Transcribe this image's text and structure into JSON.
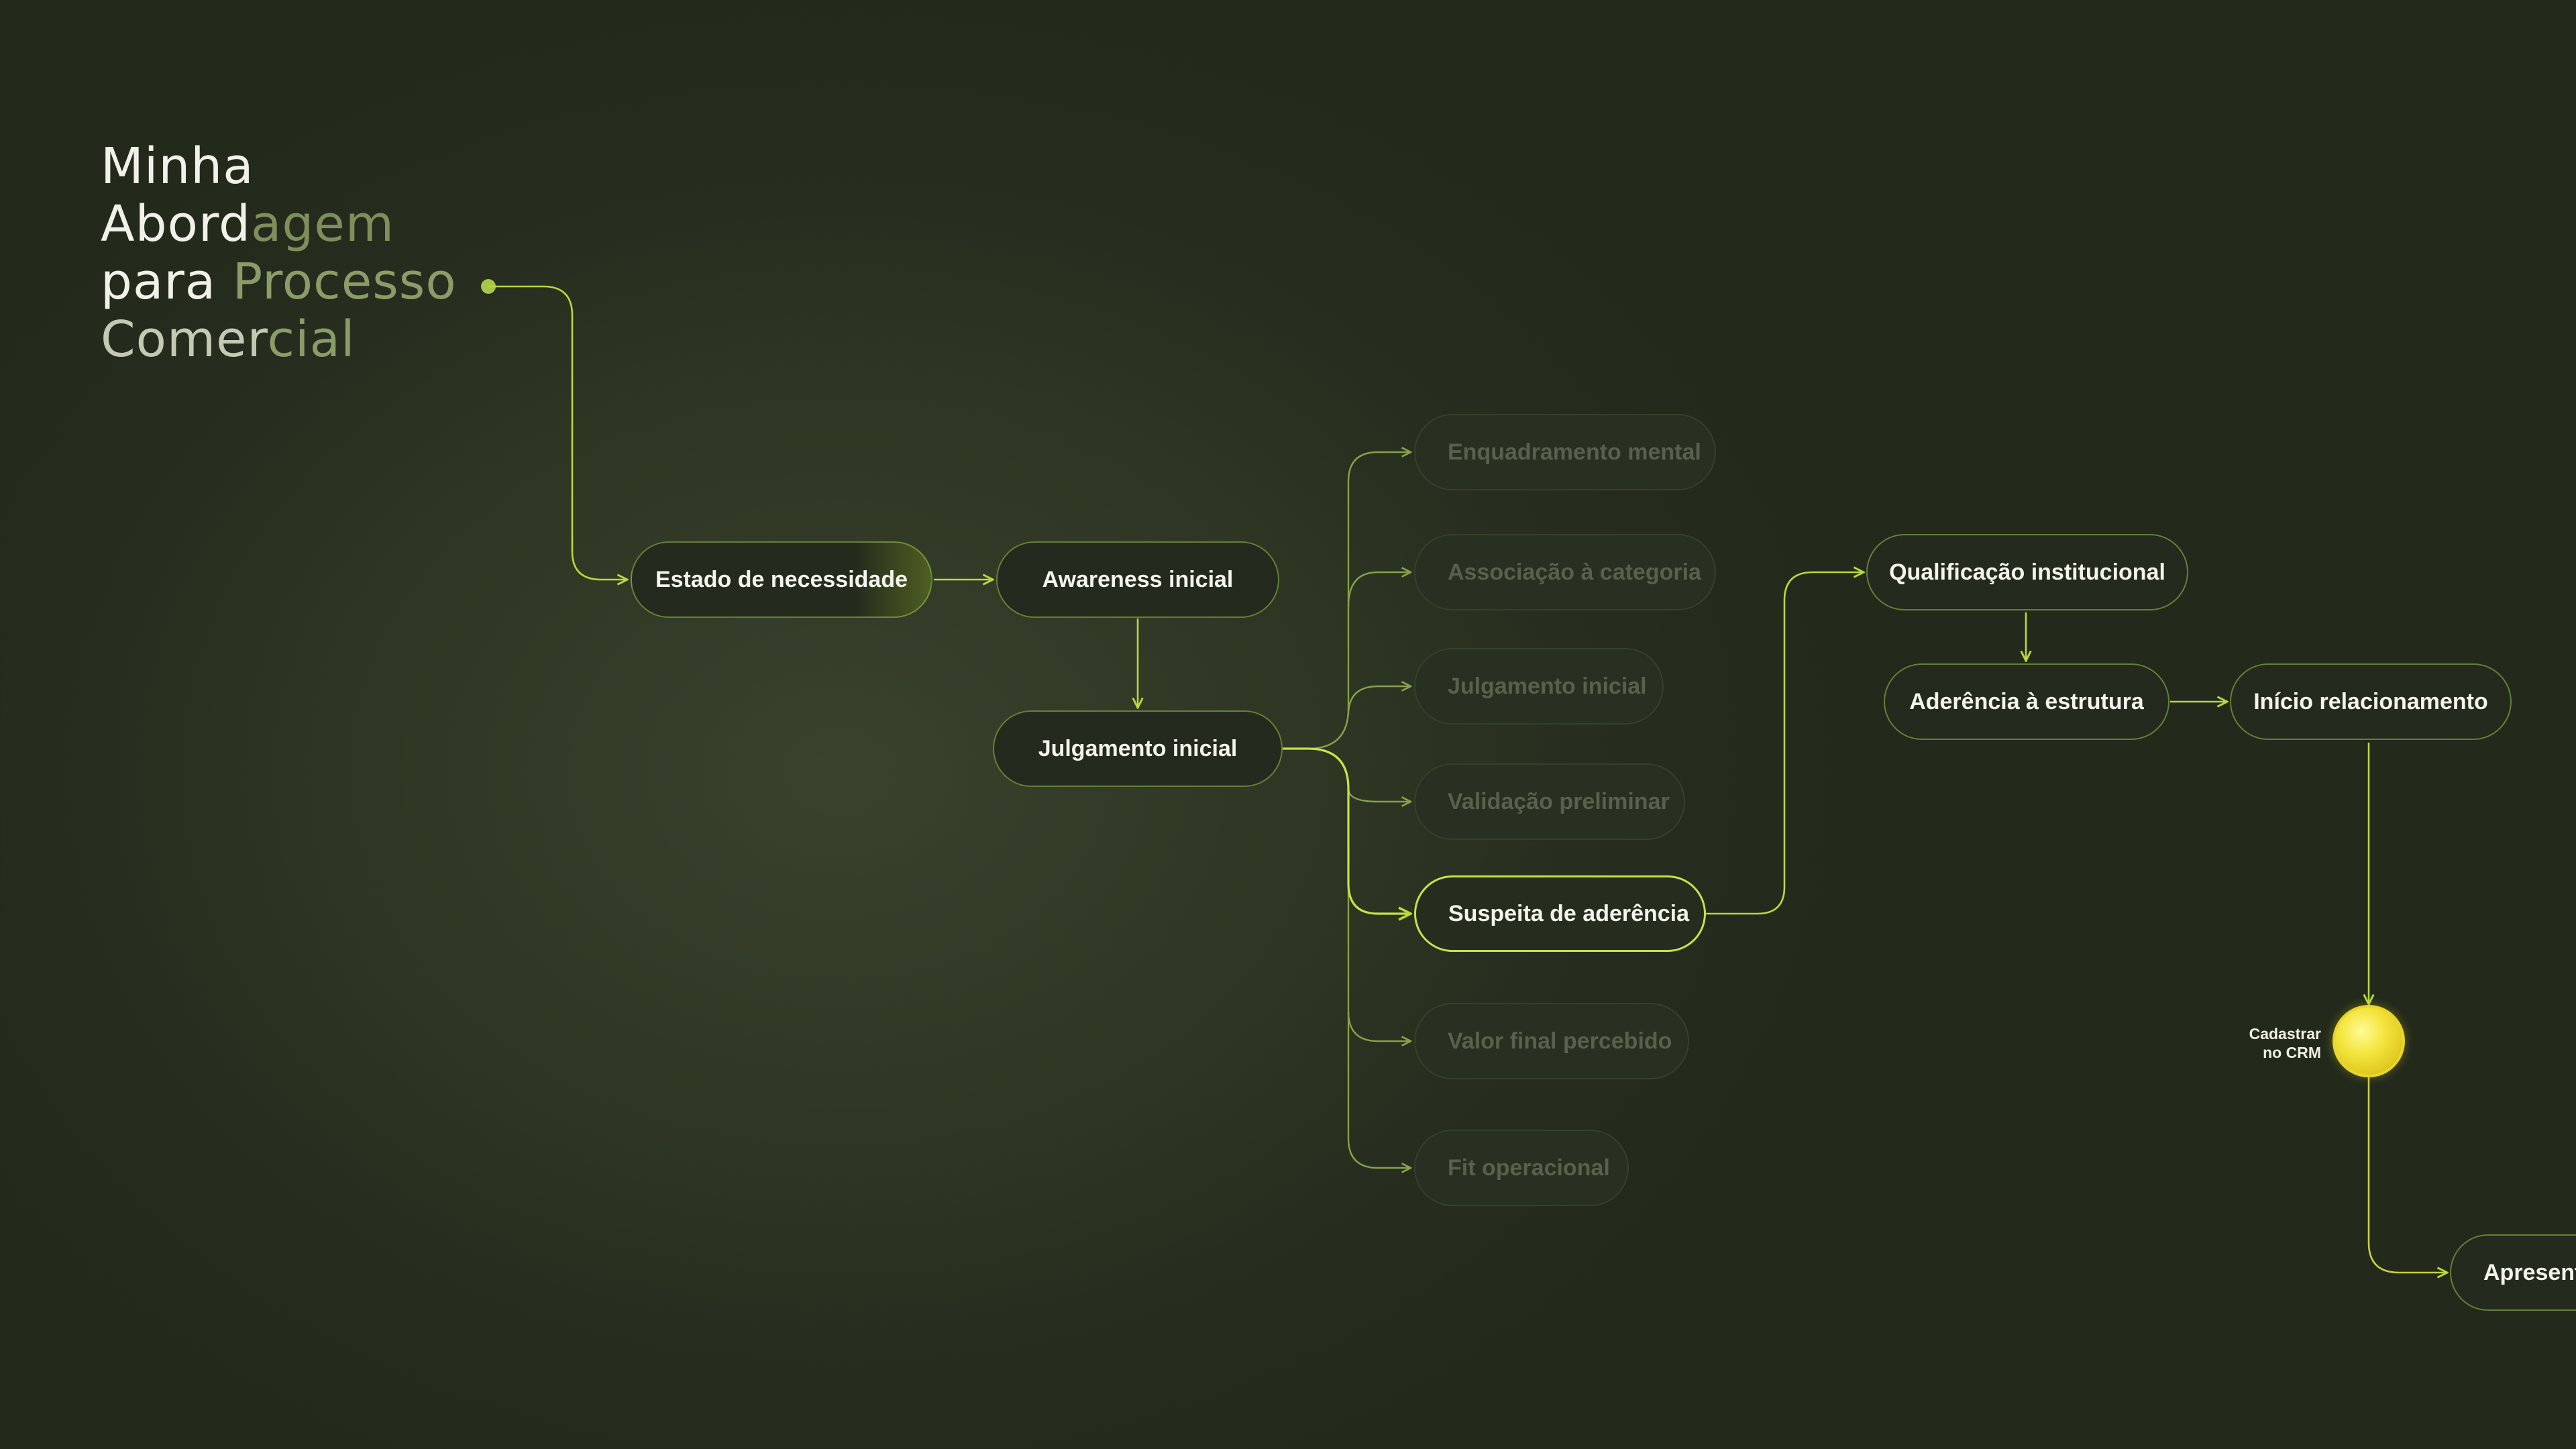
{
  "title": {
    "parts": [
      {
        "text": "Minha"
      },
      {
        "text": "Abord"
      },
      {
        "text": "agem"
      },
      {
        "text": "para "
      },
      {
        "text": "Processo"
      },
      {
        "text": "Comer"
      },
      {
        "text": "cial"
      }
    ]
  },
  "nodes": {
    "estado_necessidade": "Estado de necessidade",
    "awareness_inicial": "Awareness inicial",
    "julgamento_inicial": "Julgamento inicial",
    "enquadramento_mental": "Enquadramento mental",
    "associacao_categoria": "Associação à categoria",
    "julgamento_inicial_opt": "Julgamento inicial",
    "validacao_preliminar": "Validação preliminar",
    "suspeita_aderencia": "Suspeita de aderência",
    "valor_final_percebido": "Valor final percebido",
    "fit_operacional": "Fit operacional",
    "qualificacao_institucional": "Qualificação institucional",
    "aderencia_estrutura": "Aderência à estrutura",
    "inicio_relacionamento": "Início relacionamento",
    "apresent": "Apresent"
  },
  "crm": {
    "label": "Cadastrar\nno CRM"
  },
  "colors": {
    "background": "#2c3322",
    "accent": "#b7d93c",
    "accent_dim": "#87a24a",
    "crm_yellow": "#f2e23a",
    "title_white": "#f1f1ea",
    "title_green": "#8c9c68"
  }
}
